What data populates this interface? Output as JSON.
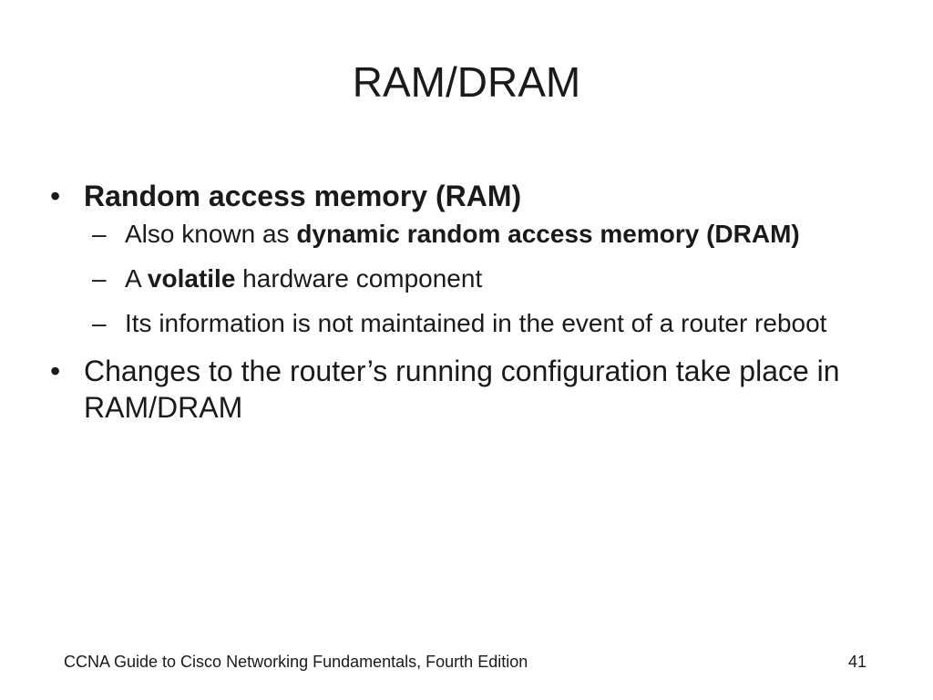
{
  "slide": {
    "title": "RAM/DRAM",
    "bullets": [
      {
        "marker": "•",
        "text": "Random access memory (RAM)",
        "subitems": [
          {
            "marker": "–",
            "prefix": "Also known as ",
            "bold": "dynamic random access memory (DRAM)",
            "suffix": ""
          },
          {
            "marker": "–",
            "prefix": "A ",
            "bold": "volatile",
            "suffix": " hardware component"
          },
          {
            "marker": "–",
            "text": "Its information is not maintained in the event of a router reboot"
          }
        ]
      },
      {
        "marker": "•",
        "text": "Changes to the router’s running configuration take place in RAM/DRAM"
      }
    ]
  },
  "footer": {
    "text": "CCNA Guide to Cisco Networking Fundamentals, Fourth Edition",
    "page_number": "41"
  }
}
